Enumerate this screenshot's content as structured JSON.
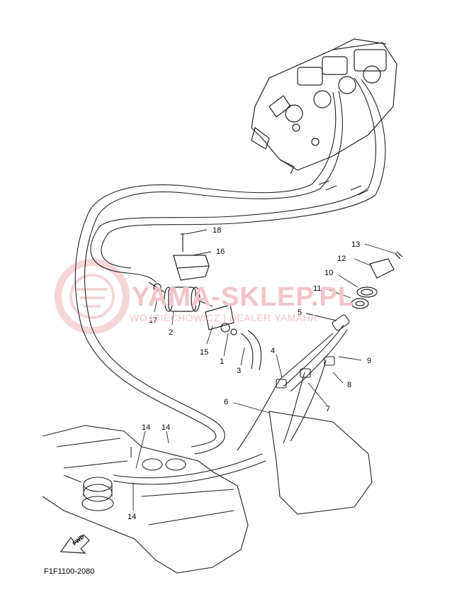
{
  "diagram": {
    "code": "F1F1100-2080",
    "fwd_label": "FWD",
    "watermark": {
      "brand": "YAMA-SKLEP.PL",
      "subtitle": "WOJCIECHOWICZ | DEALER YAMAHA",
      "color": "#e8a4aa"
    },
    "line_color": "#222222",
    "callouts": [
      {
        "label": "18"
      },
      {
        "label": "16"
      },
      {
        "label": "17"
      },
      {
        "label": "2"
      },
      {
        "label": "15"
      },
      {
        "label": "1"
      },
      {
        "label": "3"
      },
      {
        "label": "4"
      },
      {
        "label": "5"
      },
      {
        "label": "6"
      },
      {
        "label": "7"
      },
      {
        "label": "8"
      },
      {
        "label": "9"
      },
      {
        "label": "10"
      },
      {
        "label": "11"
      },
      {
        "label": "12"
      },
      {
        "label": "13"
      },
      {
        "label": "14"
      },
      {
        "label": "14"
      },
      {
        "label": "14"
      }
    ]
  }
}
